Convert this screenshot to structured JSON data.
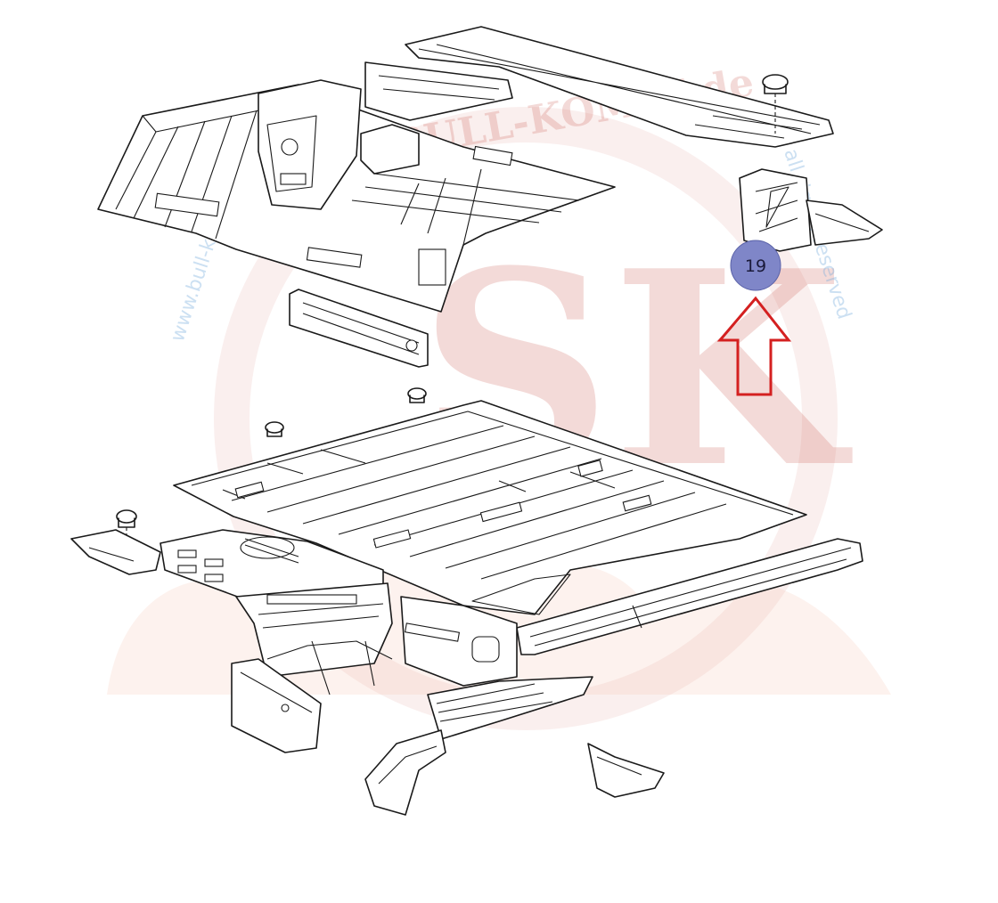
{
  "callout": {
    "number": "19",
    "fill_color": "#7f86c8",
    "arrow_color": "#d42020"
  },
  "watermark": {
    "brand_text": "BULL-KOMBI.de",
    "monogram": "SK",
    "url_left": "www.bull-kombi",
    "url_right": "all rights reserved",
    "color": "#c0392b"
  }
}
